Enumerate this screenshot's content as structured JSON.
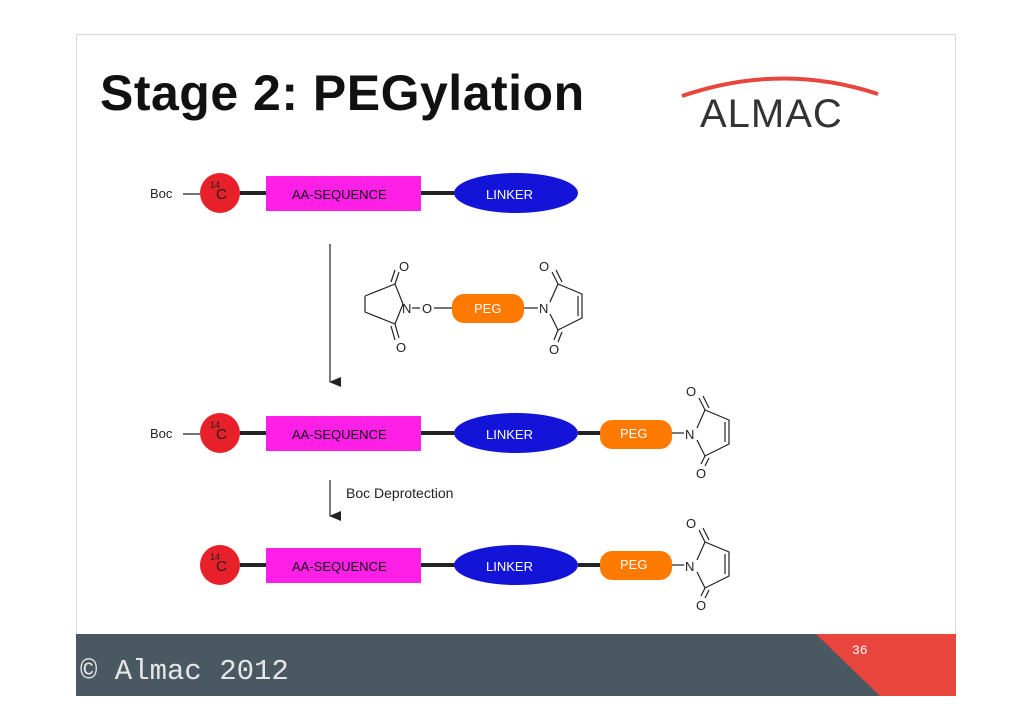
{
  "slide": {
    "title": "Stage 2: PEGylation",
    "logo_text": "ALMAC",
    "copyright": "© Almac 2012",
    "page_number": "36"
  },
  "colors": {
    "c14": "#e8202a",
    "aa_sequence": "#ff1fe6",
    "linker": "#1414d8",
    "peg": "#ff7a00",
    "footer": "#4a5862",
    "footer_accent": "#e8453c",
    "logo_arc": "#e8453c"
  },
  "diagram": {
    "labels": {
      "boc": "Boc",
      "c14_mass": "14",
      "c14_symbol": "C",
      "aa_sequence": "AA-SEQUENCE",
      "linker": "LINKER",
      "peg": "PEG",
      "n": "N",
      "o": "O",
      "boc_deprotection": "Boc Deprotection"
    }
  }
}
